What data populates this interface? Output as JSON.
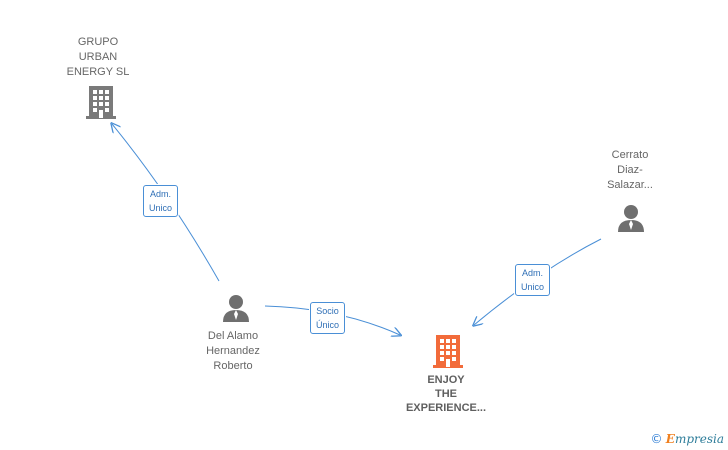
{
  "nodes": {
    "grupo": {
      "lines": [
        "GRUPO",
        "URBAN",
        "ENERGY  SL"
      ],
      "icon": "building-icon"
    },
    "cerrato": {
      "lines": [
        "Cerrato",
        "Diaz-",
        "Salazar..."
      ],
      "icon": "person-icon"
    },
    "delalamo": {
      "lines": [
        "Del Alamo",
        "Hernandez",
        "Roberto"
      ],
      "icon": "person-icon"
    },
    "enjoy": {
      "lines": [
        "ENJOY",
        "THE",
        "EXPERIENCE..."
      ],
      "icon": "building-icon"
    }
  },
  "edges": {
    "delalamo_grupo": {
      "lines": [
        "Adm.",
        "Unico"
      ]
    },
    "delalamo_enjoy": {
      "lines": [
        "Socio",
        "Único"
      ]
    },
    "cerrato_enjoy": {
      "lines": [
        "Adm.",
        "Unico"
      ]
    }
  },
  "colors": {
    "edge": "#4a8fd6",
    "company_icon": "#7a7a7a",
    "main_company_icon": "#f26b3a",
    "person_icon": "#6f6f6f"
  },
  "footer": {
    "copyright": "©",
    "brand_first": "E",
    "brand_rest": "mpresia"
  }
}
